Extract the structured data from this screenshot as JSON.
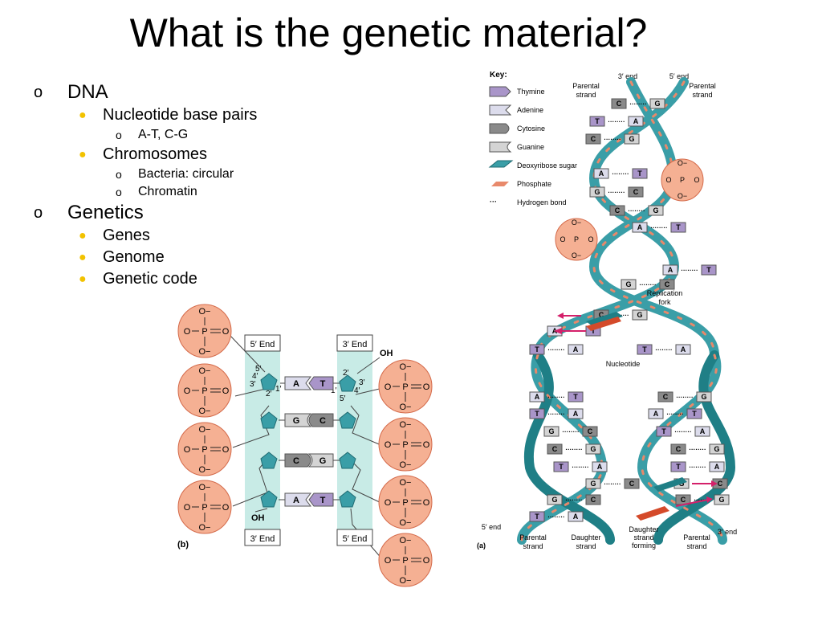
{
  "slide": {
    "title": "What is the genetic material?"
  },
  "bullets": [
    {
      "text": "DNA",
      "children": [
        {
          "text": "Nucleotide base pairs",
          "children": [
            {
              "text": "A-T, C-G"
            }
          ]
        },
        {
          "text": "Chromosomes",
          "children": [
            {
              "text": "Bacteria: circular"
            },
            {
              "text": "Chromatin"
            }
          ]
        }
      ]
    },
    {
      "text": "Genetics",
      "children": [
        {
          "text": "Genes",
          "children": []
        },
        {
          "text": "Genome",
          "children": []
        },
        {
          "text": "Genetic code",
          "children": []
        }
      ]
    }
  ],
  "figure_b": {
    "label": "(b)",
    "phosphate": {
      "o_minus": "O−",
      "o": "O",
      "p": "P"
    },
    "end_5_top": "5′ End",
    "end_3_top": "3′ End",
    "end_3_bottom": "3′ End",
    "end_5_bottom": "5′ End",
    "oh_top": "OH",
    "oh_bottom": "OH",
    "carbon_left": {
      "c5": "5′",
      "c4": "4′",
      "c3": "3′",
      "c2": "2′",
      "c1": "1′"
    },
    "carbon_right": {
      "c2": "2′",
      "c3": "3′",
      "c1": "1′",
      "c4": "4′",
      "c5": "5′"
    },
    "pairs": [
      {
        "left": "A",
        "right": "T"
      },
      {
        "left": "G",
        "right": "C"
      },
      {
        "left": "C",
        "right": "G"
      },
      {
        "left": "A",
        "right": "T"
      }
    ]
  },
  "figure_a": {
    "label": "(a)",
    "key_title": "Key:",
    "key": [
      {
        "label": "Thymine",
        "color": "#a995c9"
      },
      {
        "label": "Adenine",
        "color": "#dcdcec"
      },
      {
        "label": "Cytosine",
        "color": "#8a8a8a"
      },
      {
        "label": "Guanine",
        "color": "#d4d4d4"
      },
      {
        "label": "Deoxyribose sugar",
        "color": "#3a9ea7"
      },
      {
        "label": "Phosphate",
        "color": "#e8896b"
      },
      {
        "label": "Hydrogen bond",
        "color": "#555555"
      }
    ],
    "labels": {
      "end_3_top": "3′ end",
      "end_5_top": "5′ end",
      "parental_left_top": [
        "Parental",
        "strand"
      ],
      "parental_right_top": [
        "Parental",
        "strand"
      ],
      "replication_fork": [
        "Replication",
        "fork"
      ],
      "nucleotide": "Nucleotide",
      "end_5_bottom": "5′ end",
      "end_3_bottom": "3′ end",
      "parental_bottom_left": [
        "Parental",
        "strand"
      ],
      "daughter_bottom": [
        "Daughter",
        "strand"
      ],
      "daughter_forming": [
        "Daughter",
        "strand",
        "forming"
      ],
      "parental_bottom_right": [
        "Parental",
        "strand"
      ]
    },
    "top_pairs": [
      [
        "C",
        "G"
      ],
      [
        "T",
        "A"
      ],
      [
        "C",
        "G"
      ],
      [
        "A",
        "T"
      ],
      [
        "G",
        "C"
      ],
      [
        "C",
        "G"
      ],
      [
        "A",
        "T"
      ]
    ],
    "left_pairs": [
      [
        "C",
        "G"
      ],
      [
        "A",
        "T"
      ],
      [
        "T",
        "A"
      ],
      [
        "A",
        "T"
      ],
      [
        "T",
        "A"
      ],
      [
        "G",
        "C"
      ],
      [
        "C",
        "G"
      ],
      [
        "T",
        "A"
      ],
      [
        "G",
        "C"
      ],
      [
        "G",
        "C"
      ],
      [
        "T",
        "A"
      ]
    ],
    "right_pairs": [
      [
        "A",
        "T"
      ],
      [
        "G",
        "C"
      ],
      [
        "C",
        "G"
      ],
      [
        "T",
        "A"
      ],
      [
        "A",
        "T"
      ],
      [
        "T",
        "A"
      ],
      [
        "C",
        "G"
      ],
      [
        "T",
        "A"
      ],
      [
        "G",
        "C"
      ],
      [
        "C",
        "G"
      ]
    ],
    "free_bases": {
      "left_g": "G",
      "left_c": "C",
      "left_top_c": "C",
      "right_g": "G",
      "right_c": "C",
      "right_top_t": "T",
      "right_top_g": "G",
      "right_top_c": "C",
      "top_right_c": "C",
      "top_right_g": "G"
    }
  }
}
